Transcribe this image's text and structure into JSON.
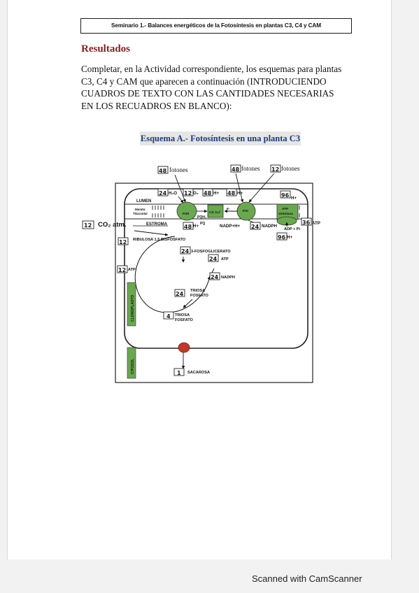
{
  "header": {
    "title": "Seminario 1.- Balances energéticos de la Fotosíntesis en plantas C3, C4 y CAM"
  },
  "section": {
    "heading": "Resultados"
  },
  "intro": {
    "line1": "Completar, en la Actividad correspondiente, los esquemas para plantas",
    "line2": "C3, C4 y CAM que aparecen a continuación (INTRODUCIENDO",
    "line3": "CUADROS DE TEXTO CON LAS CANTIDADES NECESARIAS",
    "line4": "EN LOS RECUADROS EN BLANCO):"
  },
  "scheme": {
    "title": "Esquema A.- Fotosíntesis en una planta C3",
    "labels": {
      "fotones": "fotones",
      "lumen": "LUMEN",
      "membrana": "Membr.",
      "tilacoidal": "Tilacoidal",
      "estroma": "ESTROMA",
      "h2o": "H₂O",
      "o2": "O₂",
      "hplus": "H+",
      "pqh2": "PQH₂",
      "pq": "PQ",
      "cytb6f": "Cit. b₆f",
      "ps2": "PSII",
      "ps1": "PSI",
      "atp_synthase_1": "ATP",
      "atp_synthase_2": "sintetasa",
      "e_minus": "e-",
      "nadp": "NADP+H+",
      "nadph": "NADPH",
      "atp": "ATP",
      "adp": "ADP + Pi",
      "co2": "CO₂ atm.",
      "ribulosa": "RIBULOSA 1,5 BISFOSFATO",
      "fosfoglicerato": "3-FOSFOGLICERATO",
      "triosa": "TRIOSA",
      "fosfato": "FOSFATO",
      "cloroplasto": "CLOROPLASTO",
      "citosol": "CITOSOL",
      "sacarosa": "SACAROSA"
    },
    "handwritten": {
      "fotones_ps2": "48",
      "fotones_top": "48",
      "fotones_ps1": "12",
      "h2o": "24",
      "o2": "12",
      "h_lumen_a": "48",
      "h_lumen_b": "48",
      "h_atpase": "96",
      "h_estroma": "48",
      "nadph": "24",
      "atp_out": "36",
      "h_lower": "96",
      "co2": "12",
      "ribulosa": "12",
      "atp_regen": "12",
      "fosfoglicerato": "24",
      "atp_used": "24",
      "nadph_used": "24",
      "triosa_24": "24",
      "triosa_4": "4",
      "sacarosa": "1"
    }
  },
  "footer": {
    "scanner": "Scanned with CamScanner"
  }
}
